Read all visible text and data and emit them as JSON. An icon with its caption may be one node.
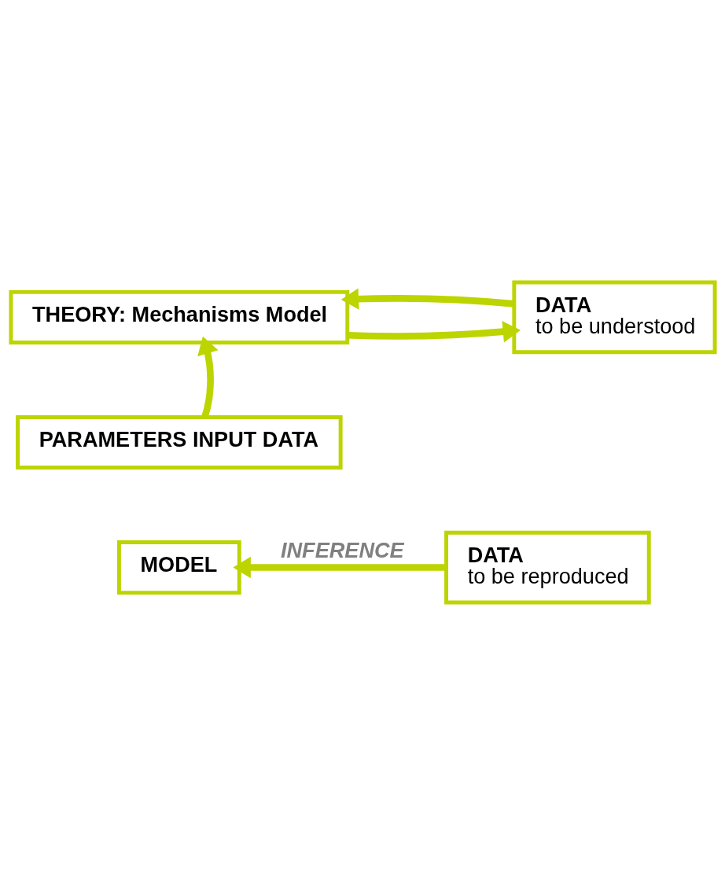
{
  "diagram": {
    "nodes": [
      {
        "text": [
          "THEORY: Mechanisms Model"
        ]
      },
      {
        "text": [
          "DATA",
          "to be understood"
        ]
      },
      {
        "text": [
          "PARAMETERS INPUT DATA"
        ]
      },
      {
        "text": [
          "MODEL"
        ]
      },
      {
        "text": [
          "DATA",
          "to be reproduced"
        ]
      }
    ],
    "edges": [
      {
        "from": 0,
        "to": 1,
        "arrow": "to"
      },
      {
        "from": 1,
        "to": 0,
        "arrow": "to"
      },
      {
        "from": 2,
        "to": 0,
        "arrow": "to"
      },
      {
        "from": 4,
        "to": 3,
        "arrow": "to",
        "label": "INFERENCE"
      }
    ]
  }
}
